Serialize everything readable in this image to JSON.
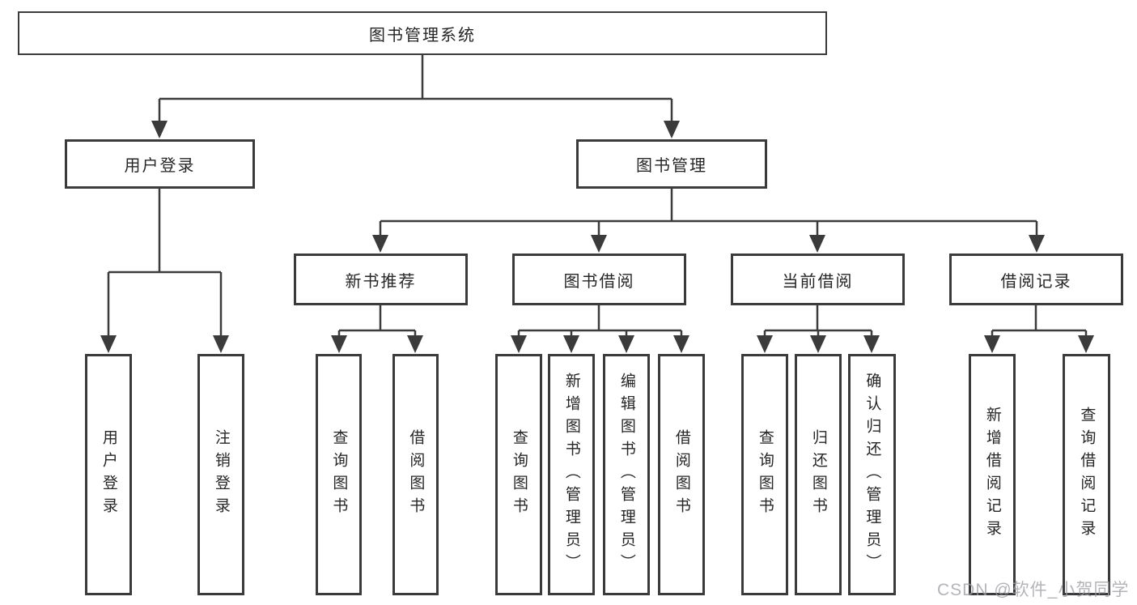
{
  "diagram_title": "图书管理系统",
  "nodes": {
    "root": "图书管理系统",
    "user_login": "用户登录",
    "book_management": "图书管理",
    "new_book_recommend": "新书推荐",
    "book_borrowing": "图书借阅",
    "current_borrowing": "当前借阅",
    "borrowing_records": "借阅记录",
    "leaf_user_login": "用户登录",
    "leaf_logout": "注销登录",
    "rec_query_book": "查询图书",
    "rec_borrow_book": "借阅图书",
    "bb_query_book": "查询图书",
    "bb_add_book": "新增图书（管理员）",
    "bb_edit_book": "编辑图书（管理员）",
    "bb_borrow_book": "借阅图书",
    "cb_query_book": "查询图书",
    "cb_return_book": "归还图书",
    "cb_confirm_return": "确认归还（管理员）",
    "br_add_record": "新增借阅记录",
    "br_query_record": "查询借阅记录"
  },
  "hierarchy": {
    "图书管理系统": [
      "用户登录",
      "图书管理"
    ],
    "用户登录": [
      "用户登录",
      "注销登录"
    ],
    "图书管理": [
      "新书推荐",
      "图书借阅",
      "当前借阅",
      "借阅记录"
    ],
    "新书推荐": [
      "查询图书",
      "借阅图书"
    ],
    "图书借阅": [
      "查询图书",
      "新增图书（管理员）",
      "编辑图书（管理员）",
      "借阅图书"
    ],
    "当前借阅": [
      "查询图书",
      "归还图书",
      "确认归还（管理员）"
    ],
    "借阅记录": [
      "新增借阅记录",
      "查询借阅记录"
    ]
  },
  "watermark": "CSDN @软件_小贺同学",
  "colors": {
    "line": "#3b3b3b",
    "text": "#262626",
    "background": "#ffffff",
    "watermark": "#9e9ea6"
  }
}
